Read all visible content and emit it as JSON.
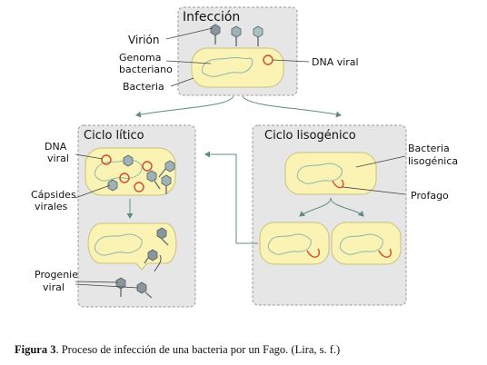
{
  "panels": {
    "infection_title": "Infección",
    "lytic_title": "Ciclo lítico",
    "lysogenic_title": "Ciclo lisogénico"
  },
  "labels": {
    "virion": "Virión",
    "genoma_line1": "Genoma",
    "genoma_line2": "bacteriano",
    "bacteria": "Bacteria",
    "dna_viral_top": "DNA viral",
    "dna_viral_left_line1": "DNA",
    "dna_viral_left_line2": "viral",
    "capsides_line1": "Cápsides",
    "capsides_line2": "virales",
    "progenie_line1": "Progenie",
    "progenie_line2": "viral",
    "bacteria_lisogenica_line1": "Bacteria",
    "bacteria_lisogenica_line2": "lisogénica",
    "profago": "Profago"
  },
  "caption": {
    "figure_label": "Figura 3",
    "text": ". Proceso de infección de una bacteria por un Fago. (Lira, s. f.)"
  },
  "colors": {
    "panel_fill": "#e6e6e6",
    "panel_stroke": "#9a9a9a",
    "cell_fill": "#fbf3b4",
    "cell_stroke": "#c9c27a",
    "genome": "#8fb6b0",
    "dna_viral": "#d14a2a",
    "phage_head": "#8a969c",
    "arrow": "#5f8c86"
  }
}
